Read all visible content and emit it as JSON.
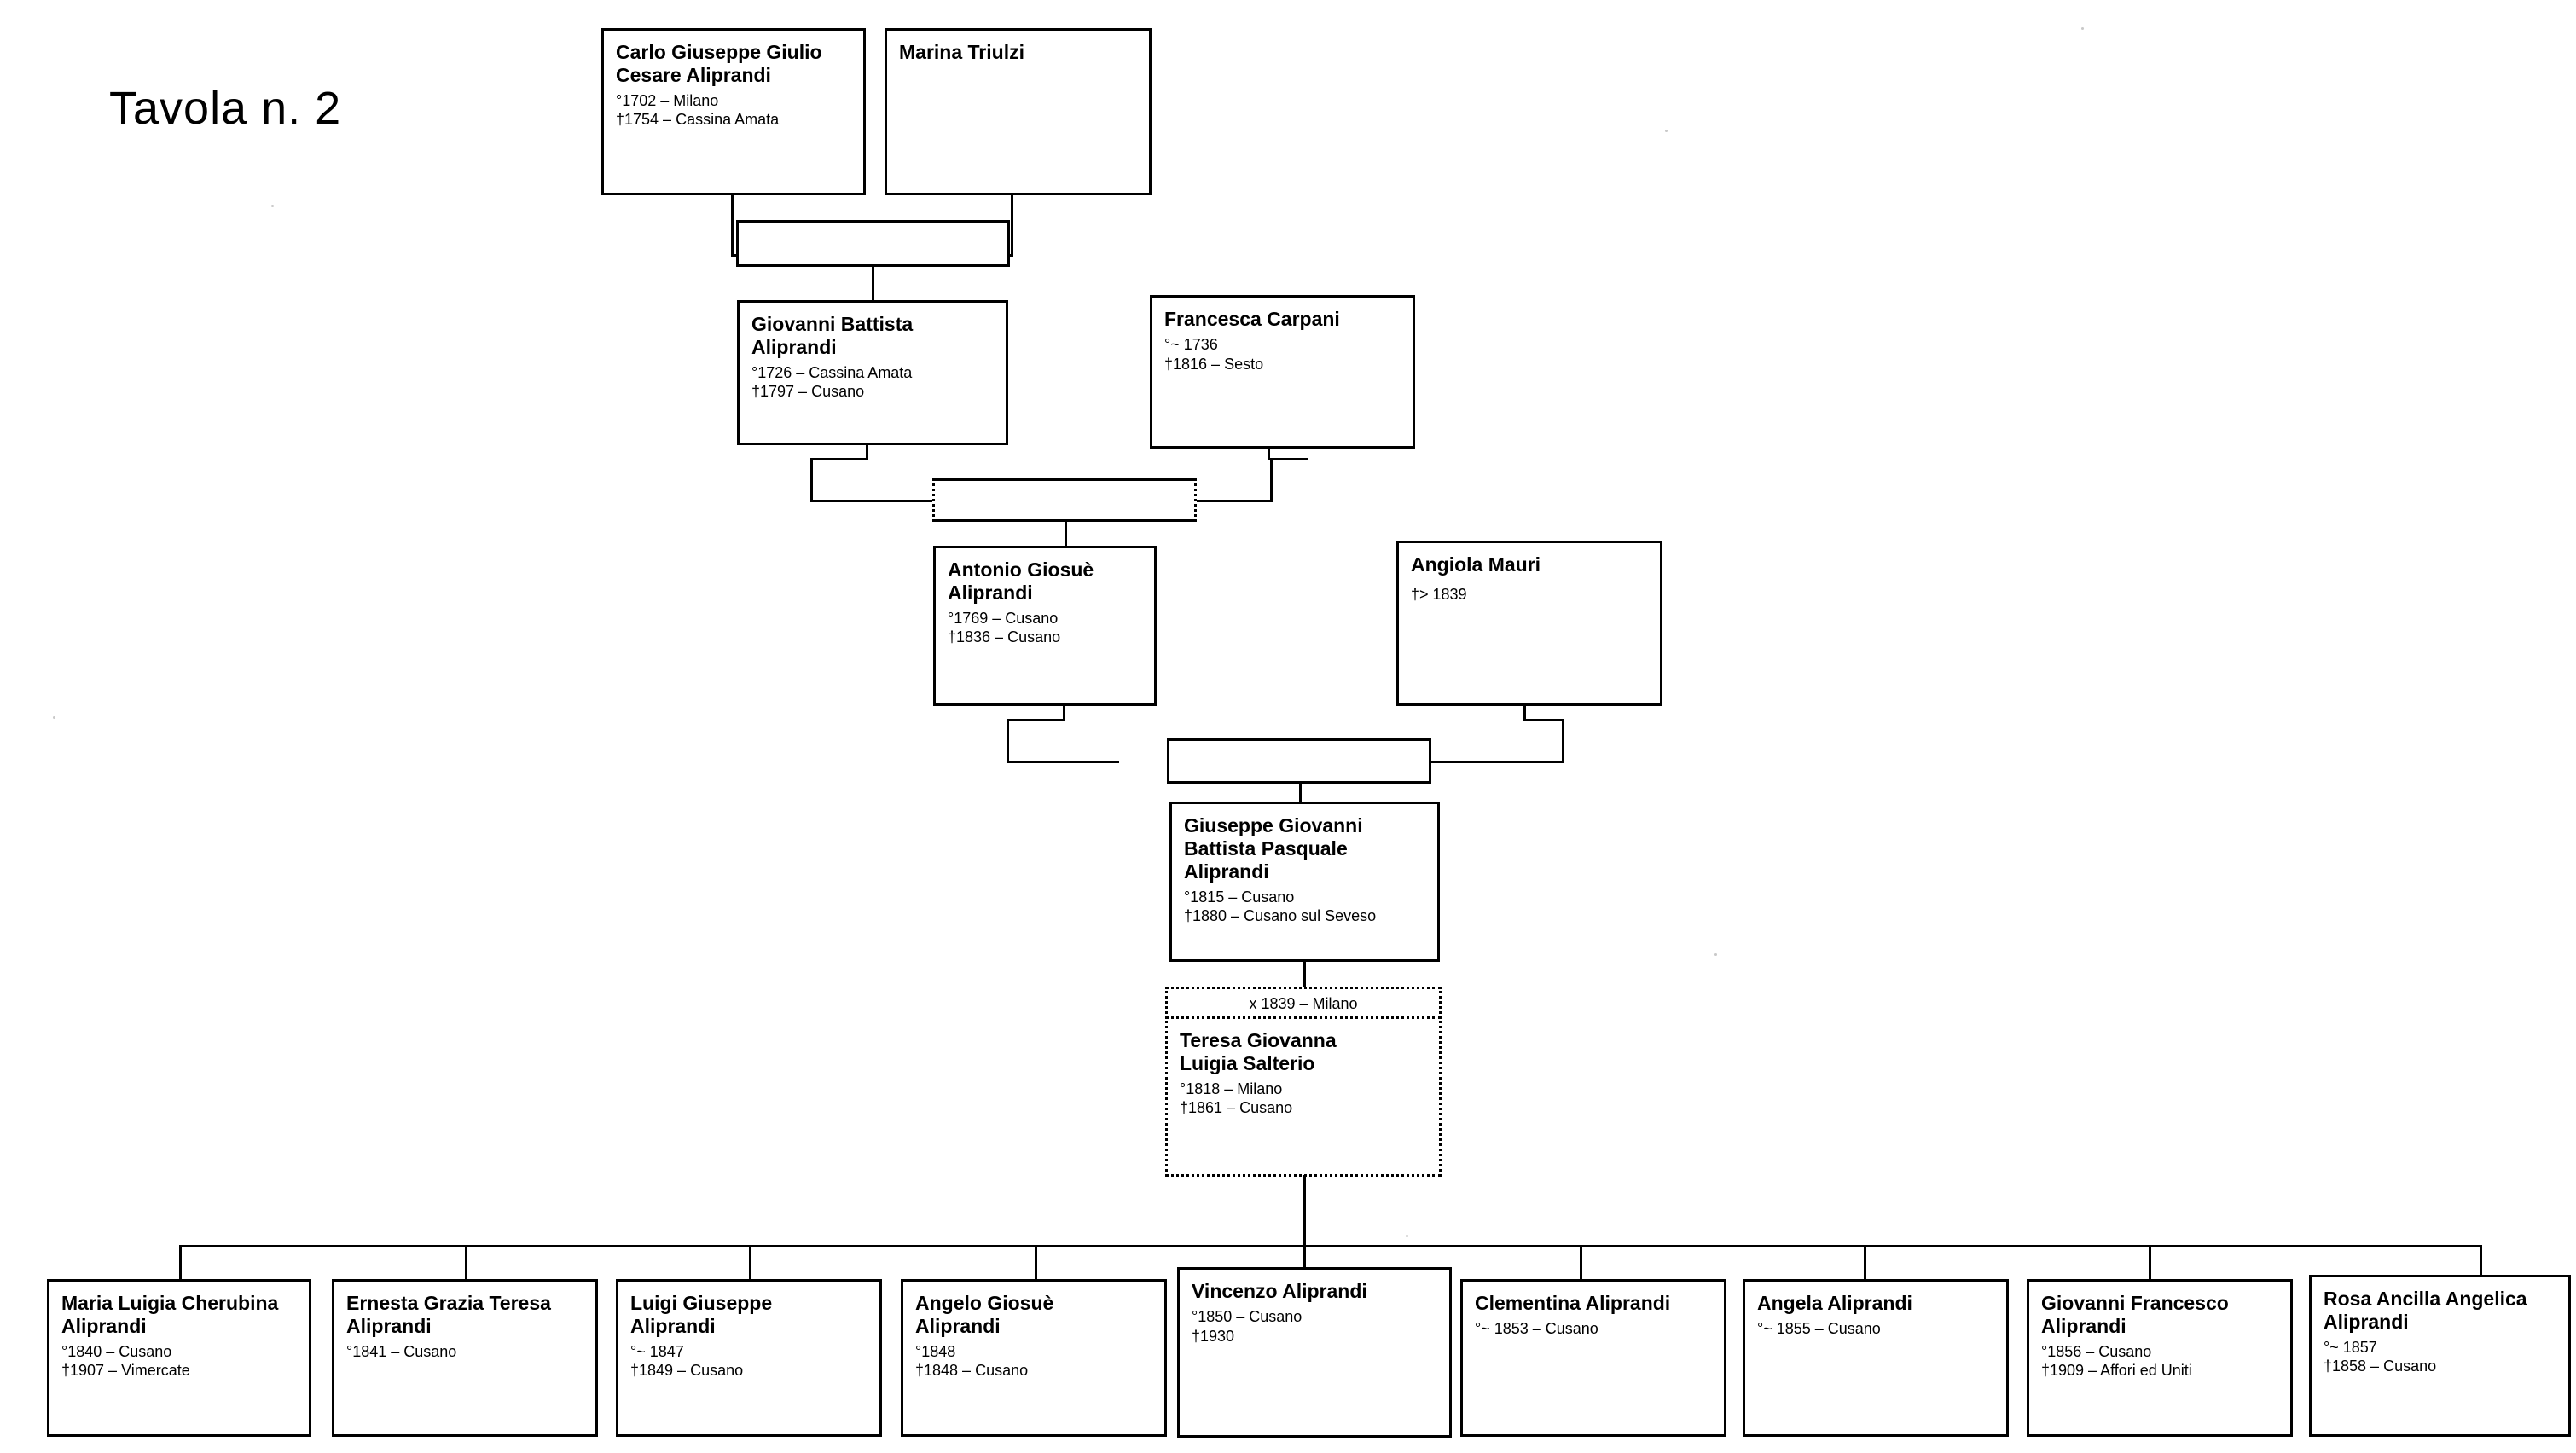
{
  "page": {
    "title": "Tavola n. 2",
    "kind": "genealogy-chart",
    "symbols": {
      "birth": "°",
      "death": "†",
      "marriage": "x",
      "approx": "~",
      "after": ">"
    }
  },
  "generations": [
    {
      "level": 1,
      "people": [
        {
          "id": "carlo",
          "name": "Carlo Giuseppe Giulio\nCesare Aliprandi",
          "dates": "°1702 – Milano\n†1754 – Cassina Amata"
        },
        {
          "id": "marina",
          "name": "Marina Triulzi",
          "dates": ""
        }
      ]
    },
    {
      "level": 2,
      "people": [
        {
          "id": "giovanni-battista",
          "name": "Giovanni Battista\nAliprandi",
          "dates": "°1726 – Cassina Amata\n†1797 – Cusano"
        },
        {
          "id": "francesca",
          "name": "Francesca Carpani",
          "dates": "°~ 1736\n†1816 – Sesto"
        }
      ]
    },
    {
      "level": 3,
      "people": [
        {
          "id": "antonio",
          "name": "Antonio Giosuè\nAliprandi",
          "dates": "°1769 – Cusano\n†1836 – Cusano"
        },
        {
          "id": "angiola",
          "name": "Angiola Mauri",
          "dates": "†> 1839"
        }
      ]
    },
    {
      "level": 4,
      "people": [
        {
          "id": "giuseppe",
          "name": "Giuseppe Giovanni\nBattista Pasquale\nAliprandi",
          "dates": "°1815 – Cusano\n†1880 – Cusano sul Seveso"
        },
        {
          "id": "teresa",
          "name": "Teresa Giovanna\nLuigia Salterio",
          "dates": "°1818 – Milano\n†1861 – Cusano",
          "marriage_note": "x 1839 – Milano",
          "style": "dashed"
        }
      ]
    }
  ],
  "children": [
    {
      "id": "maria-luigia",
      "name": "Maria Luigia Cherubina\nAliprandi",
      "dates": "°1840 – Cusano\n†1907 – Vimercate"
    },
    {
      "id": "ernesta",
      "name": "Ernesta Grazia Teresa\nAliprandi",
      "dates": "°1841 – Cusano"
    },
    {
      "id": "luigi",
      "name": "Luigi Giuseppe\nAliprandi",
      "dates": "°~ 1847\n†1849 – Cusano"
    },
    {
      "id": "angelo",
      "name": "Angelo Giosuè\nAliprandi",
      "dates": "°1848\n†1848 – Cusano"
    },
    {
      "id": "vincenzo",
      "name": "Vincenzo Aliprandi",
      "dates": "°1850 – Cusano\n†1930"
    },
    {
      "id": "clementina",
      "name": "Clementina Aliprandi",
      "dates": "°~ 1853 – Cusano"
    },
    {
      "id": "angela",
      "name": "Angela Aliprandi",
      "dates": "°~ 1855 – Cusano"
    },
    {
      "id": "giovanni-francesco",
      "name": "Giovanni Francesco\nAliprandi",
      "dates": "°1856 – Cusano\n†1909 – Affori ed Uniti"
    },
    {
      "id": "rosa",
      "name": "Rosa Ancilla Angelica\nAliprandi",
      "dates": "°~ 1857\n†1858 – Cusano"
    }
  ],
  "colors": {
    "ink": "#000000",
    "paper": "#ffffff"
  }
}
